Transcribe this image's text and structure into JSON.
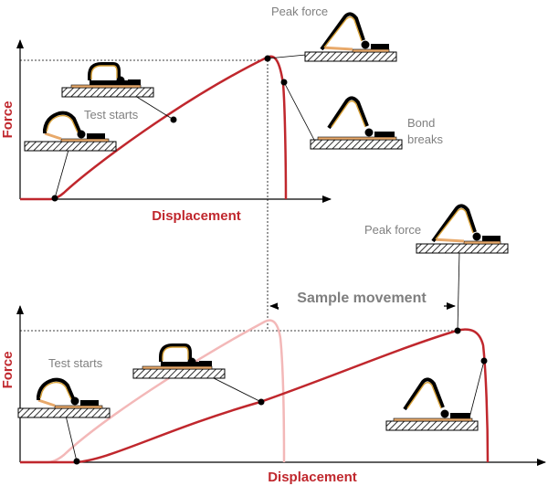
{
  "top_chart": {
    "y_axis_label": "Force",
    "x_axis_label": "Displacement",
    "annotations": {
      "test_starts": "Test starts",
      "peak_force": "Peak force",
      "bond_breaks_line1": "Bond",
      "bond_breaks_line2": "breaks"
    }
  },
  "bottom_chart": {
    "y_axis_label": "Force",
    "x_axis_label": "Displacement",
    "annotations": {
      "test_starts": "Test starts",
      "peak_force": "Peak force",
      "sample_movement": "Sample movement"
    }
  },
  "colors": {
    "curve": "#c0272d",
    "ghost_curve": "#f3b8b8",
    "axis_label": "#c0272d",
    "annotation_text": "#808080",
    "tape": "#e8a96a",
    "fixture": "#000000",
    "sample_movement_text": "#7f7f7f"
  },
  "icons": [
    "peel-tester-icon",
    "hatched-base-icon"
  ]
}
